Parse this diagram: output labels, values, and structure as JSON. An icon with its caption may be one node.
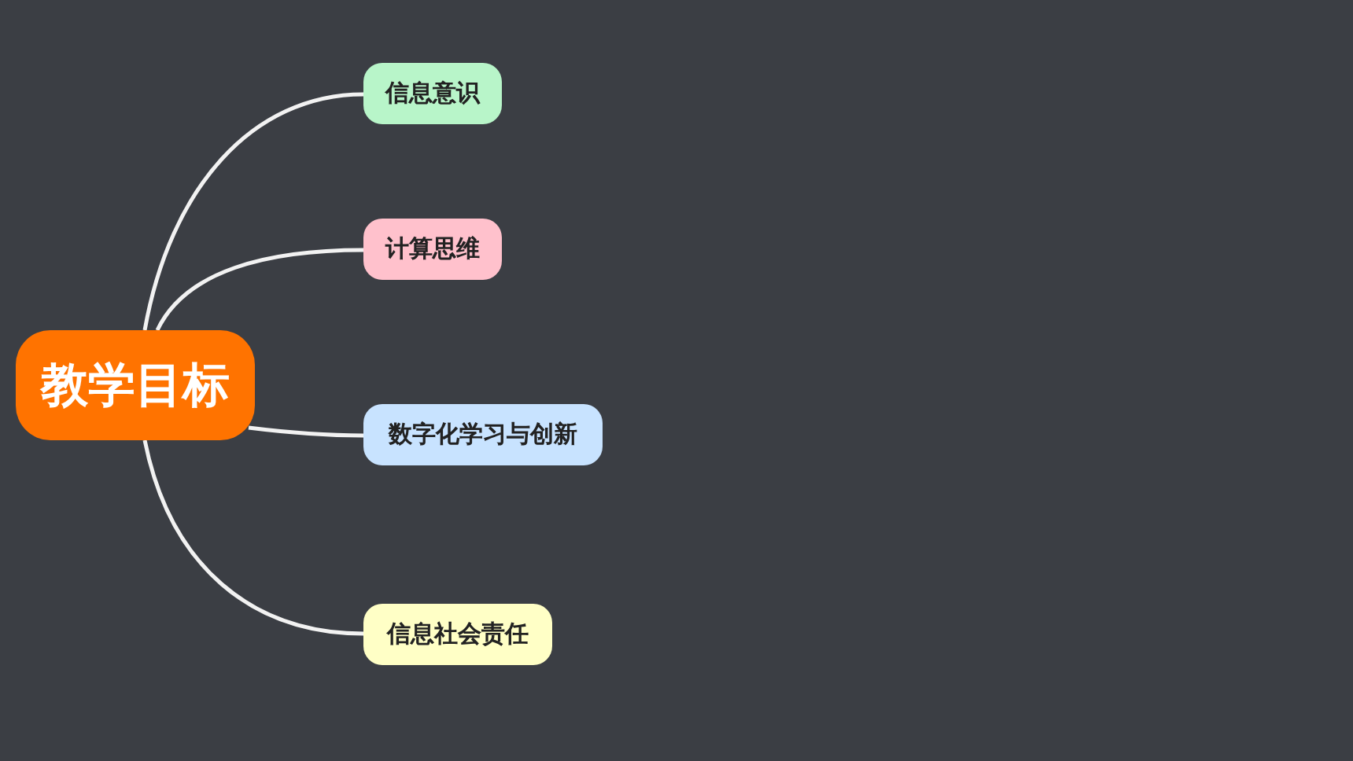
{
  "diagram": {
    "nodes": [
      {
        "text": [
          "教学目标"
        ]
      },
      {
        "text": [
          "信息意识"
        ]
      },
      {
        "text": [
          "计算思维"
        ]
      },
      {
        "text": [
          "数字化学习与创新"
        ]
      },
      {
        "text": [
          "信息社会责任"
        ]
      }
    ],
    "edges": [
      {
        "from": 0,
        "to": 1,
        "arrow": "none"
      },
      {
        "from": 0,
        "to": 2,
        "arrow": "none"
      },
      {
        "from": 0,
        "to": 3,
        "arrow": "none"
      },
      {
        "from": 0,
        "to": 4,
        "arrow": "none"
      }
    ]
  }
}
